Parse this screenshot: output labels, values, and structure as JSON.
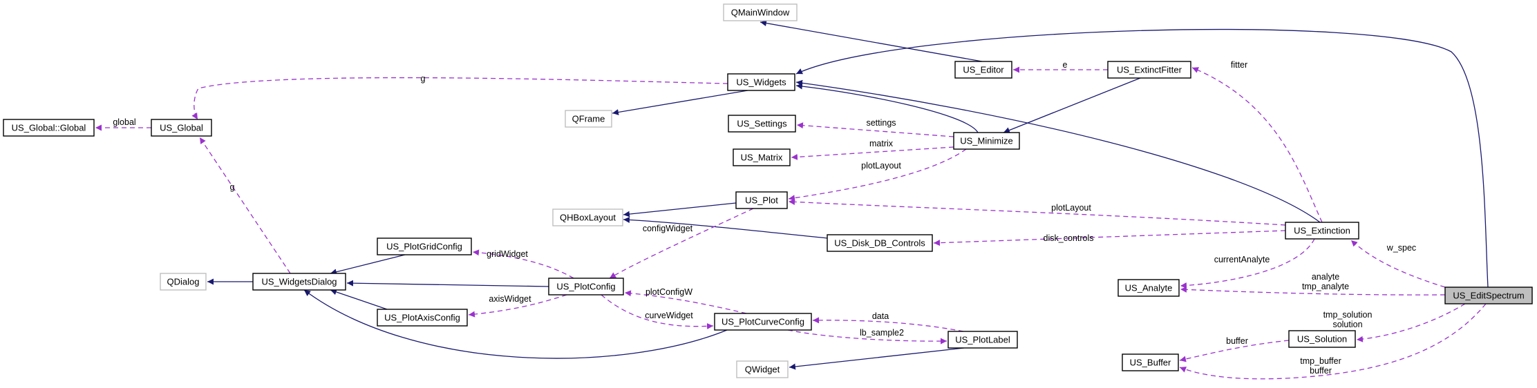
{
  "diagram": {
    "classes": [
      {
        "id": "qmainwindow",
        "label": "QMainWindow",
        "external": true
      },
      {
        "id": "us_editor",
        "label": "US_Editor"
      },
      {
        "id": "us_extinctfitter",
        "label": "US_ExtinctFitter"
      },
      {
        "id": "us_widgets",
        "label": "US_Widgets"
      },
      {
        "id": "qframe",
        "label": "QFrame",
        "external": true
      },
      {
        "id": "us_global_global",
        "label": "US_Global::Global"
      },
      {
        "id": "us_global",
        "label": "US_Global"
      },
      {
        "id": "us_settings",
        "label": "US_Settings"
      },
      {
        "id": "us_minimize",
        "label": "US_Minimize"
      },
      {
        "id": "us_matrix",
        "label": "US_Matrix"
      },
      {
        "id": "us_plot",
        "label": "US_Plot"
      },
      {
        "id": "qhboxlayout",
        "label": "QHBoxLayout",
        "external": true
      },
      {
        "id": "us_disk_db_controls",
        "label": "US_Disk_DB_Controls"
      },
      {
        "id": "us_extinction",
        "label": "US_Extinction"
      },
      {
        "id": "us_plotgridconfig",
        "label": "US_PlotGridConfig"
      },
      {
        "id": "qdialog",
        "label": "QDialog",
        "external": true
      },
      {
        "id": "us_widgetsdialog",
        "label": "US_WidgetsDialog"
      },
      {
        "id": "us_plotconfig",
        "label": "US_PlotConfig"
      },
      {
        "id": "us_analyte",
        "label": "US_Analyte"
      },
      {
        "id": "us_editspectrum",
        "label": "US_EditSpectrum",
        "focus": true
      },
      {
        "id": "us_plotaxisconfig",
        "label": "US_PlotAxisConfig"
      },
      {
        "id": "us_plotcurveconfig",
        "label": "US_PlotCurveConfig"
      },
      {
        "id": "us_plotlabel",
        "label": "US_PlotLabel"
      },
      {
        "id": "us_solution",
        "label": "US_Solution"
      },
      {
        "id": "qwidget",
        "label": "QWidget",
        "external": true
      },
      {
        "id": "us_buffer",
        "label": "US_Buffer"
      }
    ],
    "inheritance": [
      {
        "id": "edge-editor-qmainwindow",
        "from": "US_Editor",
        "to": "QMainWindow"
      },
      {
        "id": "edge-editspectrum-widgets",
        "from": "US_EditSpectrum",
        "to": "US_Widgets"
      },
      {
        "id": "edge-widgets-qframe",
        "from": "US_Widgets",
        "to": "QFrame"
      },
      {
        "id": "edge-extinction-widgets",
        "from": "US_Extinction",
        "to": "US_Widgets"
      },
      {
        "id": "edge-minimize-widgets",
        "from": "US_Minimize",
        "to": "US_Widgets"
      },
      {
        "id": "edge-minimize-extinctfitter",
        "from": "US_ExtinctFitter",
        "to": "US_Minimize"
      },
      {
        "id": "edge-plot-qhboxlayout",
        "from": "US_Plot",
        "to": "QHBoxLayout"
      },
      {
        "id": "edge-diskdb-qhboxlayout",
        "from": "US_Disk_DB_Controls",
        "to": "QHBoxLayout"
      },
      {
        "id": "edge-widgetsdialog-qdialog",
        "from": "US_WidgetsDialog",
        "to": "QDialog"
      },
      {
        "id": "edge-plotgrid-widgetsdialog",
        "from": "US_PlotGridConfig",
        "to": "US_WidgetsDialog"
      },
      {
        "id": "edge-plotconfig-widgetsdialog",
        "from": "US_PlotConfig",
        "to": "US_WidgetsDialog"
      },
      {
        "id": "edge-plotaxis-widgetsdialog",
        "from": "US_PlotAxisConfig",
        "to": "US_WidgetsDialog"
      },
      {
        "id": "edge-plotcurve-widgetsdialog",
        "from": "US_PlotCurveConfig",
        "to": "US_WidgetsDialog"
      },
      {
        "id": "edge-plotlabel-qwidget",
        "from": "US_PlotLabel",
        "to": "QWidget"
      }
    ],
    "usage": [
      {
        "id": "edge-global-globalglobal",
        "label": "global"
      },
      {
        "id": "edge-widgets-global",
        "label": "g"
      },
      {
        "id": "edge-widgetsdialog-global",
        "label": "g"
      },
      {
        "id": "edge-extinctfitter-editor",
        "label": "e"
      },
      {
        "id": "edge-extinction-extinctfitter",
        "label": "fitter"
      },
      {
        "id": "edge-minimize-settings",
        "label": "settings"
      },
      {
        "id": "edge-minimize-matrix",
        "label": "matrix"
      },
      {
        "id": "edge-minimize-plot",
        "label": "plotLayout"
      },
      {
        "id": "edge-extinction-plot",
        "label": "plotLayout"
      },
      {
        "id": "edge-plot-plotconfig",
        "label": "configWidget"
      },
      {
        "id": "edge-extinction-diskdb",
        "label": "disk_controls"
      },
      {
        "id": "edge-plotconfig-plotgrid",
        "label": "gridWidget"
      },
      {
        "id": "edge-plotconfig-plotaxis",
        "label": "axisWidget"
      },
      {
        "id": "edge-plotcurve-plotconfig",
        "label": "plotConfigW"
      },
      {
        "id": "edge-plotconfig-plotcurve",
        "label": "curveWidget"
      },
      {
        "id": "edge-plotlabel-plotcurve",
        "label": "data"
      },
      {
        "id": "edge-plotcurve-plotlabel",
        "label": "lb_sample2"
      },
      {
        "id": "edge-editspectrum-extinction",
        "label": "w_spec"
      },
      {
        "id": "edge-extinction-analyte",
        "label": "currentAnalyte"
      },
      {
        "id": "edge-editspectrum-analyte",
        "label": "analyte\ntmp_analyte"
      },
      {
        "id": "edge-solution-buffer",
        "label": "buffer"
      },
      {
        "id": "edge-editspectrum-solution",
        "label": "tmp_solution\nsolution"
      },
      {
        "id": "edge-editspectrum-buffer",
        "label": "tmp_buffer\nbuffer"
      }
    ]
  },
  "colors": {
    "inheritance_edge": "#191970",
    "usage_edge": "#9a32cd",
    "focus_fill": "#bfbfbf",
    "external_border": "#bfbfbf"
  }
}
